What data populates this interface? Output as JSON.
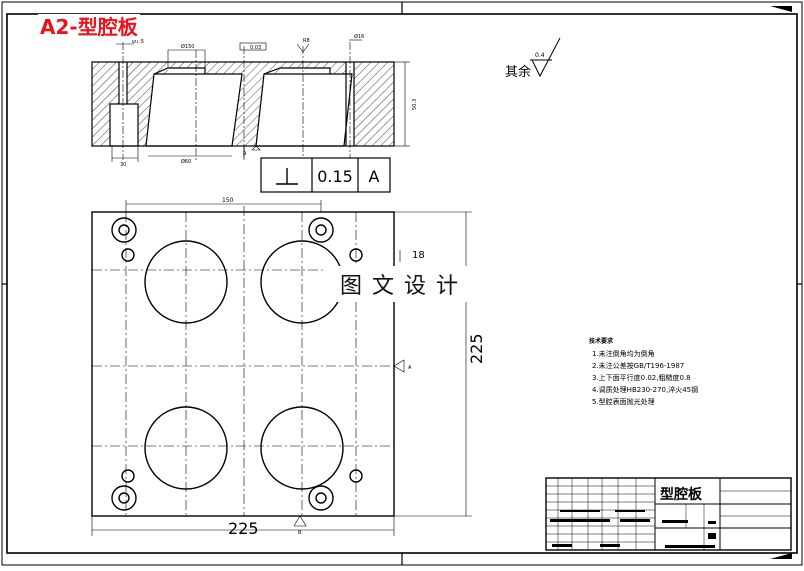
{
  "sheet": {
    "title": "A2-型腔板"
  },
  "watermark": {
    "text": "图文设计"
  },
  "section_view": {
    "dims": {
      "top_left": "Ø7.5",
      "pocket_top": "Ø150",
      "flatness": "0.03",
      "mark_b": "R8",
      "right_dia": "Ø16",
      "left_bottom": "30",
      "pocket_bottom": "Ø60",
      "height": "50.3",
      "datum": "A"
    }
  },
  "tolerance_frame": {
    "value": "0.15",
    "datum": "A"
  },
  "surface_note": {
    "label": "其余",
    "roughness": "0.4"
  },
  "plan_view": {
    "dims": {
      "top": "150",
      "bottom_width": "225",
      "right_height": "225",
      "right_small": "18",
      "datum_right": "A",
      "datum_bottom": "B"
    }
  },
  "tech_notes": {
    "title": "技术要求",
    "items": [
      "1.未注倒角均为倒角",
      "2.未注公差按GB/T196-1987",
      "3.上下面平行度0.02,粗糙度0.8",
      "4.调质处理HB230-270,淬火45钢",
      "5.型腔表面抛光处理"
    ]
  },
  "title_block": {
    "part_name": "型腔板"
  }
}
